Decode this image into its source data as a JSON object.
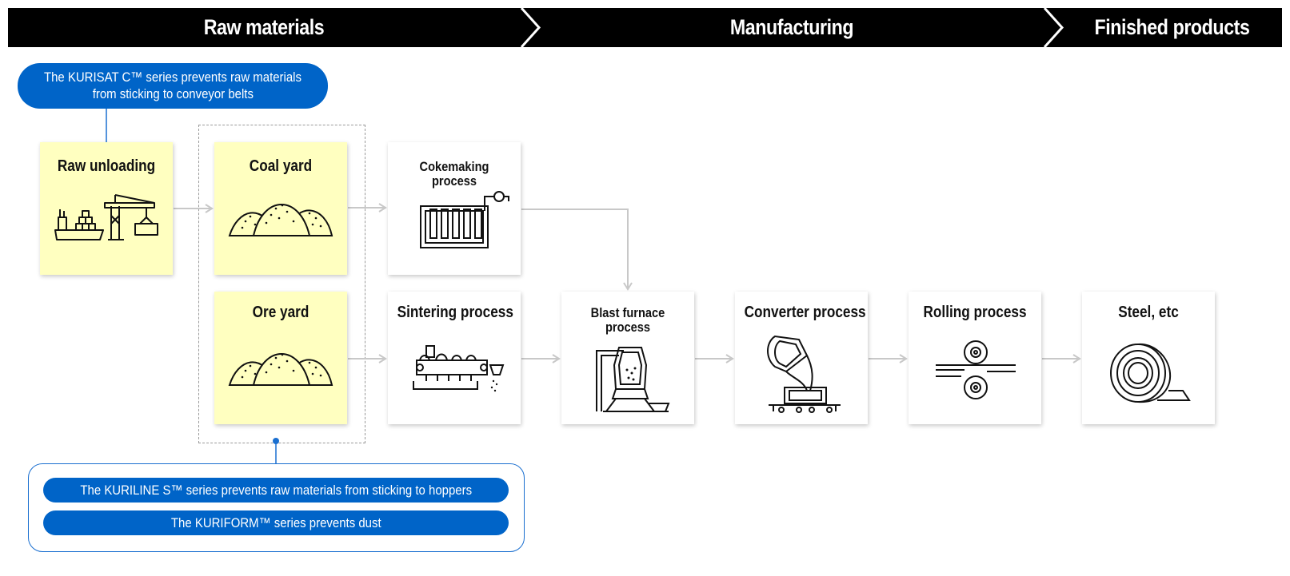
{
  "header": {
    "phases": [
      "Raw materials",
      "Manufacturing",
      "Finished products"
    ]
  },
  "callouts": {
    "top": {
      "line1": "The KURISAT C™ series prevents raw materials",
      "line2": "from sticking to conveyor belts"
    },
    "bottom": [
      "The KURILINE S™ series prevents raw materials from sticking to hoppers",
      "The KURIFORM™ series prevents dust"
    ]
  },
  "nodes": {
    "raw_unloading": "Raw unloading",
    "coal_yard": "Coal yard",
    "ore_yard": "Ore yard",
    "cokemaking": "Cokemaking process",
    "sintering": "Sintering process",
    "blast_furnace": "Blast furnace process",
    "converter": "Converter process",
    "rolling": "Rolling process",
    "steel": "Steel, etc"
  },
  "colors": {
    "header_bg": "#000000",
    "callout_blue": "#0064c8",
    "yard_yellow": "#ffffc0",
    "arrow_gray": "#c8c8c8"
  },
  "icons": {
    "raw_unloading": "ship-and-crane-icon",
    "coal_yard": "coal-pile-icon",
    "ore_yard": "ore-pile-icon",
    "cokemaking": "coke-oven-icon",
    "sintering": "sintering-machine-icon",
    "blast_furnace": "blast-furnace-icon",
    "converter": "converter-ladle-icon",
    "rolling": "rolling-mill-icon",
    "steel": "steel-coil-icon"
  }
}
